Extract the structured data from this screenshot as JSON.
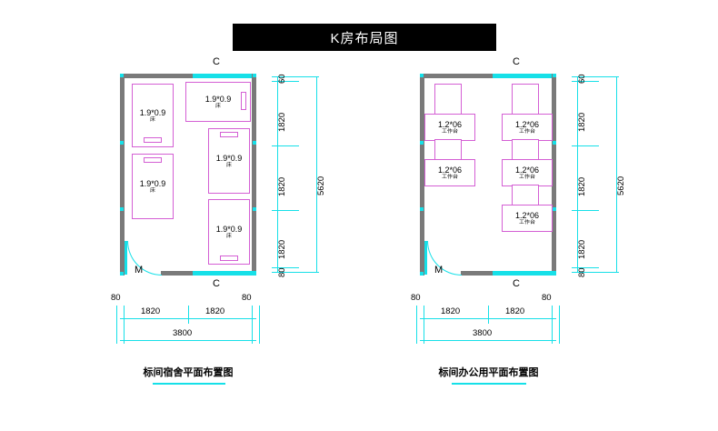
{
  "title": "K房布局图",
  "plans": [
    {
      "id": "dormitory",
      "caption": "标间宿舍平面布置图",
      "window_label_top": "C",
      "window_label_bottom": "C",
      "door_label": "M",
      "furniture": [
        {
          "dim": "1.9*0.9",
          "name": "床"
        },
        {
          "dim": "1.9*0.9",
          "name": "床"
        },
        {
          "dim": "1.9*0.9",
          "name": "床"
        },
        {
          "dim": "1.9*0.9",
          "name": "床"
        },
        {
          "dim": "1.9*0.9",
          "name": "床"
        }
      ],
      "dims_vertical": [
        "60",
        "1820",
        "1820",
        "1820",
        "80"
      ],
      "dims_vertical_total": "5620",
      "dims_horizontal": [
        "80",
        "1820",
        "1820",
        "80"
      ],
      "dims_horizontal_total": "3800"
    },
    {
      "id": "office",
      "caption": "标间办公用平面布置图",
      "window_label_top": "C",
      "window_label_bottom": "C",
      "door_label": "M",
      "furniture": [
        {
          "dim": "1.2*06",
          "name": "工作台"
        },
        {
          "dim": "1.2*06",
          "name": "工作台"
        },
        {
          "dim": "1.2*06",
          "name": "工作台"
        },
        {
          "dim": "1.2*06",
          "name": "工作台"
        },
        {
          "dim": "1.2*06",
          "name": "工作台"
        }
      ],
      "dims_vertical": [
        "60",
        "1820",
        "1820",
        "1820",
        "80"
      ],
      "dims_vertical_total": "5620",
      "dims_horizontal": [
        "80",
        "1820",
        "1820",
        "80"
      ],
      "dims_horizontal_total": "3800"
    }
  ],
  "colors": {
    "wall": "#7a7a7a",
    "window": "#16e0e8",
    "furniture": "#d45fd4",
    "dimension": "#16e0e8",
    "title_bg": "#000000",
    "title_fg": "#ffffff"
  }
}
